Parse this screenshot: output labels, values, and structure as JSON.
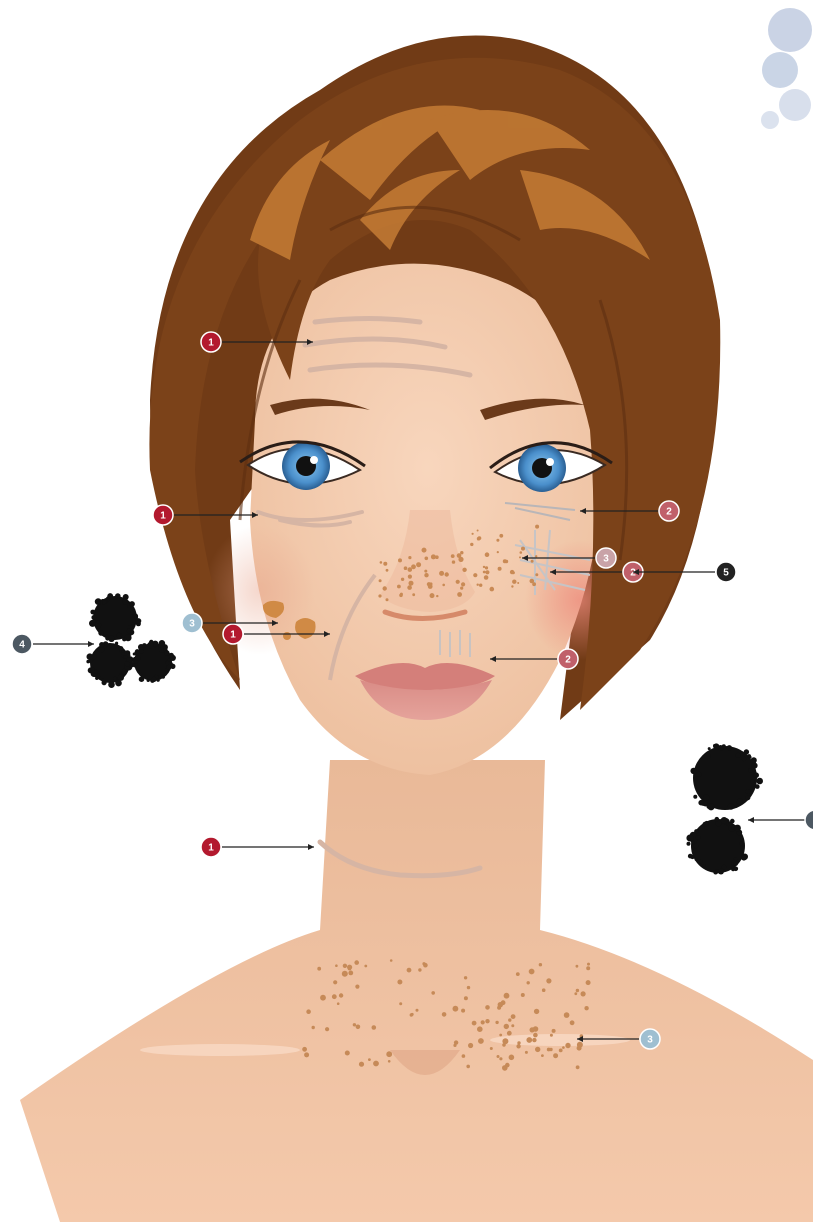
{
  "colors": {
    "red": "#b3192e",
    "rose": "#c0606a",
    "light_blue": "#9fbfd1",
    "light_rose": "#c9a3a8",
    "dark_gray": "#4c5862",
    "black": "#222222",
    "hair": "#7a4219",
    "hair_highlight": "#c47c36",
    "skin": "#f2c7a8",
    "iris": "#5a9fd6"
  },
  "labels": [
    {
      "id": "forehead-wrinkles",
      "text": "1",
      "color": "red"
    },
    {
      "id": "under-eye-wrinkles",
      "text": "1",
      "color": "red"
    },
    {
      "id": "nasolabial-fold",
      "text": "1",
      "color": "red"
    },
    {
      "id": "neck-line",
      "text": "1",
      "color": "red"
    },
    {
      "id": "crow-feet",
      "text": "2",
      "color": "rose"
    },
    {
      "id": "cheek-lines",
      "text": "2",
      "color": "rose"
    },
    {
      "id": "upper-lip-lines",
      "text": "2",
      "color": "rose"
    },
    {
      "id": "age-spots",
      "text": "3",
      "color": "light_blue"
    },
    {
      "id": "cheek-spots",
      "text": "3",
      "color": "light_rose"
    },
    {
      "id": "decollete-spots",
      "text": "3",
      "color": "light_blue"
    },
    {
      "id": "particles-left",
      "text": "4",
      "color": "dark_gray"
    },
    {
      "id": "redness",
      "text": "5",
      "color": "black"
    }
  ]
}
